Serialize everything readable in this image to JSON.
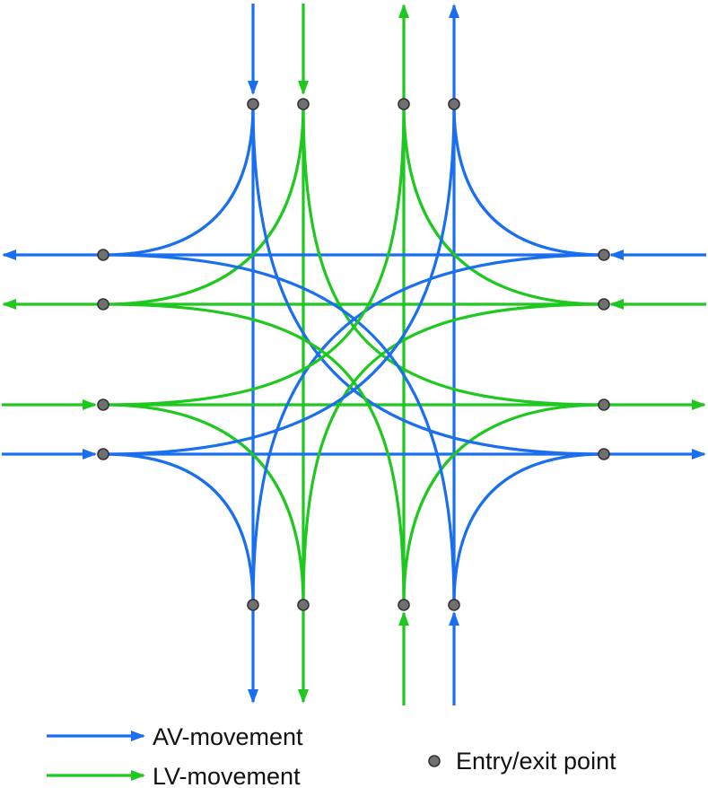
{
  "colors": {
    "av": "#1a6ff0",
    "lv": "#1ec81e",
    "point_fill": "#707070",
    "point_stroke": "#333333"
  },
  "legend": {
    "av_label": "AV-movement",
    "lv_label": "LV-movement",
    "point_label": "Entry/exit point"
  }
}
